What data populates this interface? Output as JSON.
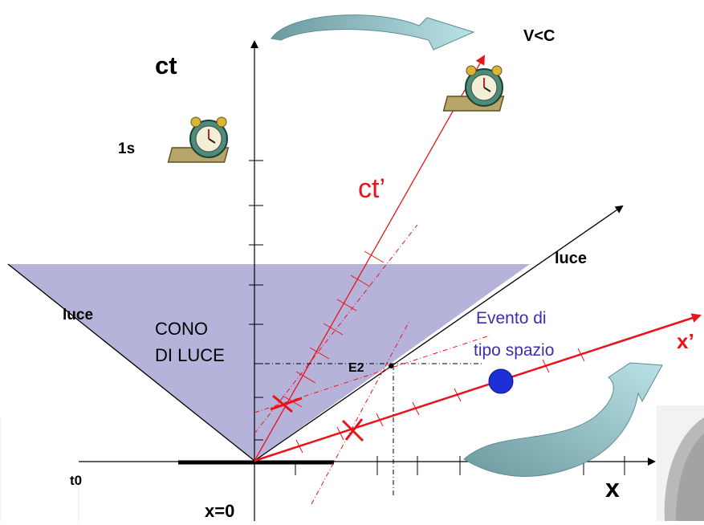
{
  "labels": {
    "ct": "ct",
    "ct_prime": "ct’",
    "v_lt_c": "V<C",
    "one_s": "1s",
    "luce_right": "luce",
    "luce_left": "luce",
    "cono_line1": "CONO",
    "cono_line2": "DI LUCE",
    "e2": "E2",
    "evento_line1": "Evento di",
    "evento_line2": "tipo spazio",
    "x_prime": "x’",
    "t0": "t0",
    "x": "x",
    "x0": "x=0"
  },
  "colors": {
    "axis": "#000000",
    "primed_axes": "#e8141b",
    "cone_fill": "#a9a6d4",
    "arrow_fill": "#a9d6dc",
    "arrow_dark": "#6d9a9f",
    "event_dot": "#1f2fd8",
    "evento_text": "#3a2fb0"
  },
  "icons": [
    "alarm-clock-icon",
    "alarm-clock-icon"
  ]
}
